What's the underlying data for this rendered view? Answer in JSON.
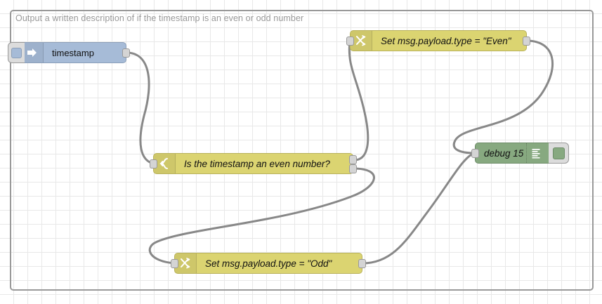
{
  "app": {
    "name": "node-red-flow-editor",
    "canvas_grid_size": 20
  },
  "flow": {
    "title": "Output a written description of if the timestamp is an even or odd number",
    "colors": {
      "inject": "#a6bbd7",
      "function_yellow": "#dbd471",
      "debug_green": "#87a980",
      "wire": "#888888",
      "grid": "#e8e8e8",
      "border": "#999999",
      "port": "#d4d4d4"
    },
    "nodes": [
      {
        "id": "inject-timestamp",
        "type": "inject",
        "label": "timestamp",
        "icon": "inject-arrow-icon",
        "has_button": true,
        "inputs": 0,
        "outputs": 1
      },
      {
        "id": "switch-even",
        "type": "switch",
        "label": "Is the timestamp an even number?",
        "icon": "switch-icon",
        "inputs": 1,
        "outputs": 2
      },
      {
        "id": "change-even",
        "type": "change",
        "label": "Set msg.payload.type = \"Even\"",
        "icon": "change-icon",
        "inputs": 1,
        "outputs": 1
      },
      {
        "id": "change-odd",
        "type": "change",
        "label": "Set msg.payload.type = \"Odd\"",
        "icon": "change-icon",
        "inputs": 1,
        "outputs": 1
      },
      {
        "id": "debug-15",
        "type": "debug",
        "label": "debug 15",
        "icon": "debug-lines-icon",
        "has_button": true,
        "inputs": 1,
        "outputs": 0
      }
    ],
    "wires": [
      {
        "from": "inject-timestamp",
        "from_port": 0,
        "to": "switch-even",
        "to_port": 0
      },
      {
        "from": "switch-even",
        "from_port": 0,
        "to": "change-even",
        "to_port": 0
      },
      {
        "from": "switch-even",
        "from_port": 1,
        "to": "change-odd",
        "to_port": 0
      },
      {
        "from": "change-even",
        "from_port": 0,
        "to": "debug-15",
        "to_port": 0
      },
      {
        "from": "change-odd",
        "from_port": 0,
        "to": "debug-15",
        "to_port": 0
      }
    ]
  }
}
